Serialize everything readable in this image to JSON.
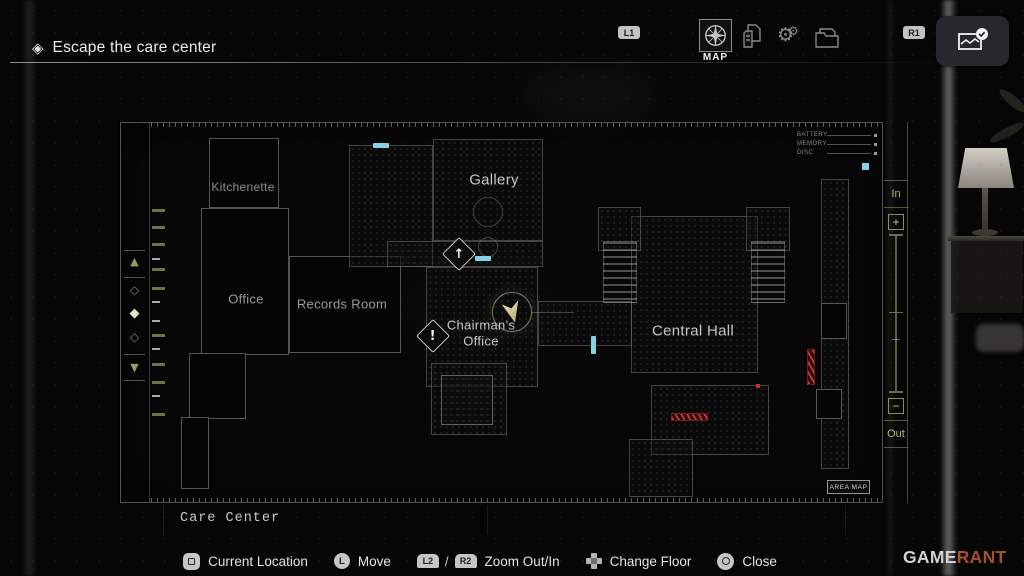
{
  "objective": {
    "icon": "◈",
    "label": "Escape the care center"
  },
  "top_bar": {
    "l1_badge": "L1",
    "r1_badge": "R1",
    "map_tab": {
      "label": "MAP"
    },
    "gear_glyph": "⚙"
  },
  "map": {
    "rooms": [
      {
        "id": "kitchenette",
        "label": "Kitchenette"
      },
      {
        "id": "office",
        "label": "Office"
      },
      {
        "id": "records-room",
        "label": "Records Room"
      },
      {
        "id": "gallery",
        "label": "Gallery"
      },
      {
        "id": "chairmans-office",
        "label": "Chairman's Office"
      },
      {
        "id": "central-hall",
        "label": "Central Hall"
      }
    ],
    "legend": {
      "items": [
        "BATTERY",
        "MEMORY",
        "DISC"
      ]
    },
    "markers": {
      "stairs_glyph": "↑",
      "alert_glyph": "!"
    },
    "floor_selector": {
      "up": "▲",
      "floors": [
        "◇",
        "◆",
        "◇"
      ],
      "down": "▼",
      "current_index": 1
    },
    "zoom_panel": {
      "in_label": "In",
      "plus": "+",
      "minus": "−",
      "out_label": "Out"
    },
    "area_map_label": "AREA MAP",
    "area_label": "Care Center"
  },
  "controls": [
    {
      "button": "square",
      "label": "Current Location"
    },
    {
      "button": "left-stick",
      "letter": "L",
      "label": "Move"
    },
    {
      "button": "shoulder-pair",
      "badges": [
        "L2",
        "R2"
      ],
      "separator": "/",
      "label": "Zoom Out/In"
    },
    {
      "button": "dpad",
      "label": "Change Floor"
    },
    {
      "button": "circle",
      "label": "Close"
    }
  ],
  "watermark": {
    "part1": "GAME",
    "part2": "RANT"
  },
  "colors": {
    "accent_olive": "#9b9b5e",
    "door_cyan": "#86d2e4",
    "alert_red": "#c23434",
    "player_khaki": "#dcd2a0",
    "rant_orange": "#a8502a"
  }
}
